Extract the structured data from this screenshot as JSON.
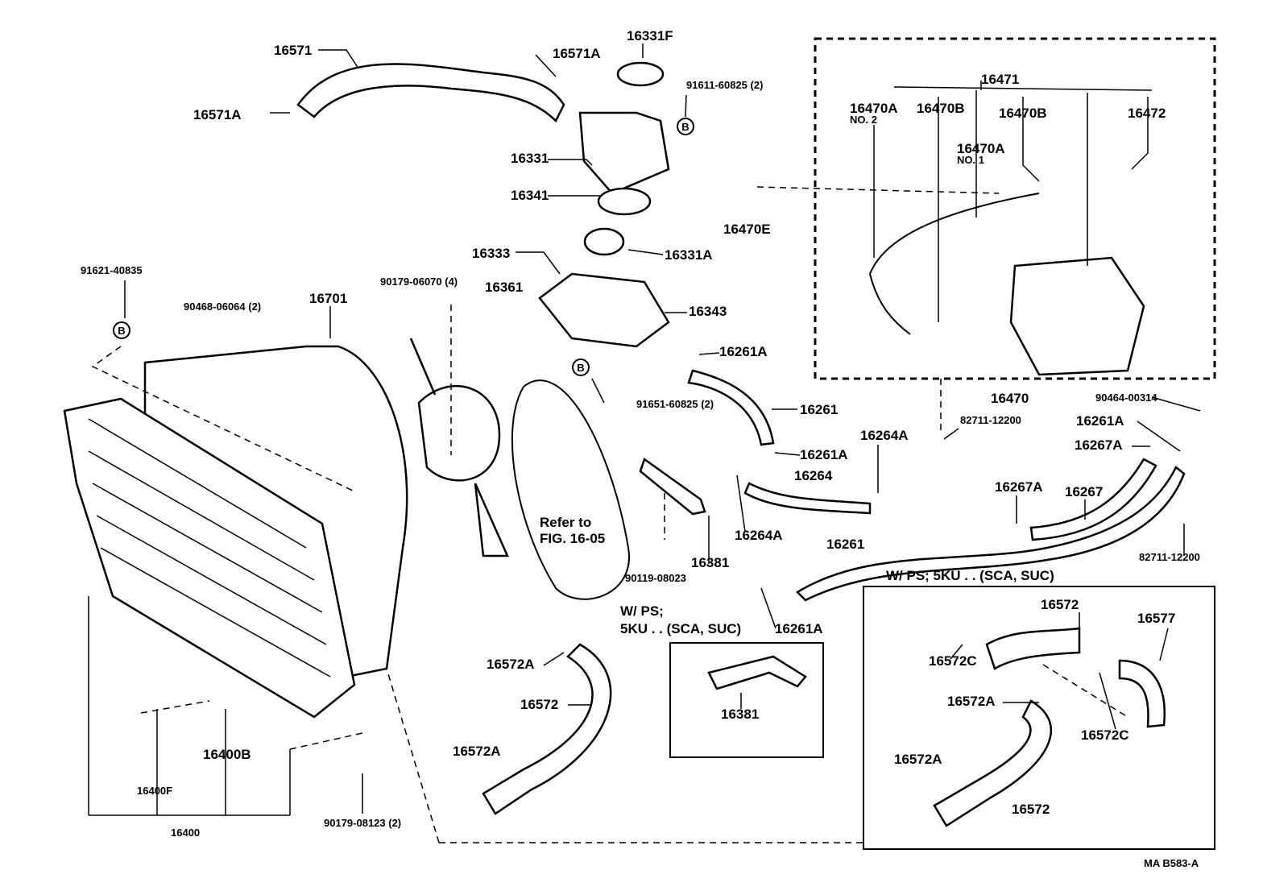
{
  "diagram": {
    "labels": [
      "16571",
      "16571A",
      "16331F",
      "91611-60825 (2)",
      "16571A",
      "16331",
      "16341",
      "16470E",
      "16333",
      "16331A",
      "91621-40835",
      "90179-06070 (4)",
      "16361",
      "90468-06064 (2)",
      "16701",
      "16343",
      "16261A",
      "91651-60825 (2)",
      "16261",
      "16261A",
      "16264A",
      "16264",
      "16470",
      "82711-12200",
      "90464-00314",
      "16261A",
      "16267A",
      "16267A",
      "16267",
      "Refer to",
      "FIG. 16-05",
      "16264A",
      "16261",
      "16381",
      "90119-08023",
      "82711-12200",
      "W/ PS; 5KU . . (SCA, SUC)",
      "W/ PS;",
      "5KU . . (SCA, SUC)",
      "16261A",
      "16572",
      "16577",
      "16572A",
      "16572C",
      "16572",
      "16572A",
      "16381",
      "16572C",
      "16400B",
      "16572A",
      "16572A",
      "16400F",
      "16572",
      "16400",
      "90179-08123 (2)",
      "16471",
      "16470A",
      "NO. 2",
      "16470B",
      "16470B",
      "16472",
      "16470A",
      "NO. 1"
    ],
    "bolt_marker": "B",
    "figure_code": "MA  B583-A"
  }
}
